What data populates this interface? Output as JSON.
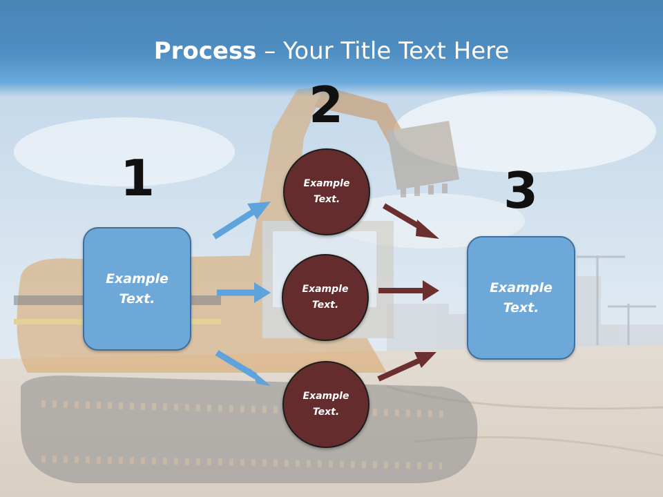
{
  "slide": {
    "title_bold": "Process",
    "title_rest": " – Your Title Text Here"
  },
  "steps": {
    "one": {
      "number": "1",
      "box_line1": "Example",
      "box_line2": "Text."
    },
    "two": {
      "number": "2",
      "circles": [
        {
          "line1": "Example",
          "line2": "Text."
        },
        {
          "line1": "Example",
          "line2": "Text."
        },
        {
          "line1": "Example",
          "line2": "Text."
        }
      ]
    },
    "three": {
      "number": "3",
      "box_line1": "Example",
      "box_line2": "Text."
    }
  },
  "colors": {
    "title_bar": "#4a84b4",
    "box_fill": "#6ea8d9",
    "circle_fill": "#652c2e",
    "blue_arrow": "#5fa3dc",
    "red_arrow": "#6b2f2f"
  },
  "background": {
    "scene": "excavator-construction-site"
  }
}
